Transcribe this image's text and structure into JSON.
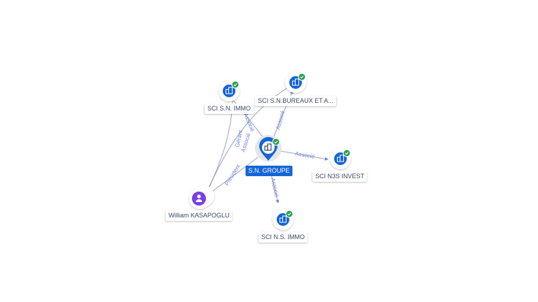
{
  "colors": {
    "company_blue": "#1565d8",
    "person_purple": "#7b3fe4",
    "verified_green": "#2e9e4f",
    "edge_line": "#9aa3c7",
    "edge_text": "#6b7fd6"
  },
  "center": {
    "label": "S.N. GROUPE",
    "icon": "company-building-icon"
  },
  "nodes": [
    {
      "id": "sci-sn-immo",
      "label": "SCI S.N. IMMO",
      "icon": "company-building-icon",
      "verified": true
    },
    {
      "id": "sci-sn-bureaux",
      "label": "SCI S.N.BUREAUX ET A...",
      "icon": "company-building-icon",
      "verified": true
    },
    {
      "id": "sci-n3s-invest",
      "label": "SCI N3S INVEST",
      "icon": "company-building-icon",
      "verified": true
    },
    {
      "id": "sci-ns-immo",
      "label": "SCI N.S. IMMO",
      "icon": "company-building-icon",
      "verified": true
    },
    {
      "id": "william-kasapoglu",
      "label": "William KASAPOGLU",
      "icon": "person-icon",
      "verified": false
    }
  ],
  "edges": [
    {
      "label": "Associé",
      "from": "center",
      "to": "sci-sn-immo"
    },
    {
      "label": "Associé",
      "from": "center",
      "to": "sci-sn-bureaux"
    },
    {
      "label": "Associé",
      "from": "center",
      "to": "sci-n3s-invest"
    },
    {
      "label": "Associé",
      "from": "center",
      "to": "sci-ns-immo"
    },
    {
      "label": "Gérant",
      "from": "william-kasapoglu",
      "to": "sci-sn-immo"
    },
    {
      "label": "Associé",
      "from": "william-kasapoglu",
      "to": "sci-sn-bureaux"
    },
    {
      "label": "Président",
      "from": "william-kasapoglu",
      "to": "center"
    }
  ]
}
